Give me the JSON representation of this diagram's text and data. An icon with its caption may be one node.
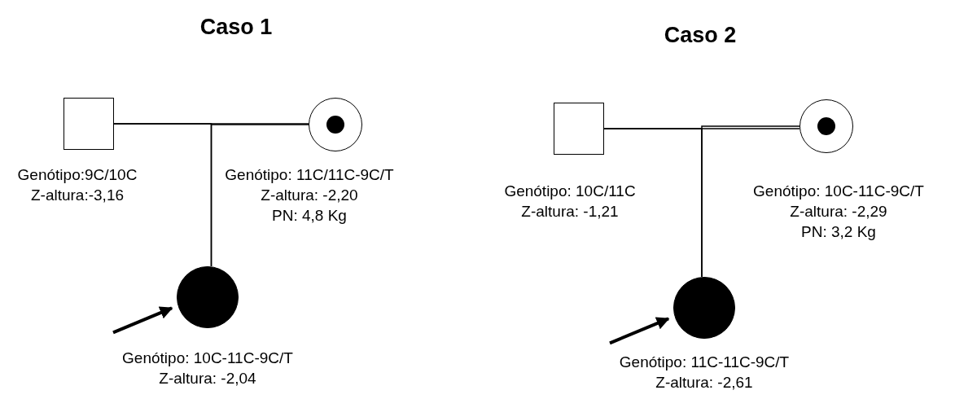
{
  "diagram": {
    "nodes": [
      {
        "text": [],
        "shape": "box",
        "beside": [
          "Genótipo:9C/10C",
          "Z-altura:-3,16"
        ]
      },
      {
        "text": [],
        "shape": "circle",
        "beside": [
          "Genótipo: 11C/11C-9C/T",
          "Z-altura: -2,20",
          "PN: 4,8 Kg"
        ]
      },
      {
        "text": [],
        "shape": "circle",
        "beside": [
          "Genótipo: 10C-11C-9C/T",
          "Z-altura: -2,04"
        ]
      },
      {
        "text": [],
        "shape": "box",
        "beside": [
          "Genótipo: 10C/11C",
          "Z-altura: -1,21"
        ]
      },
      {
        "text": [],
        "shape": "circle",
        "beside": [
          "Genótipo: 10C-11C-9C/T",
          "Z-altura: -2,29",
          "PN: 3,2 Kg"
        ]
      },
      {
        "text": [],
        "shape": "circle",
        "beside": [
          "Genótipo: 11C-11C-9C/T",
          "Z-altura: -2,61"
        ]
      }
    ],
    "edges": [
      {
        "from": 0,
        "to": 1,
        "arrow": "none"
      },
      {
        "from": 0,
        "to": 2,
        "arrow": "none"
      },
      {
        "from": 1,
        "to": 2,
        "arrow": "none"
      },
      {
        "from": null,
        "to": 2,
        "arrow": "to",
        "style": "thick"
      },
      {
        "from": 3,
        "to": 4,
        "arrow": "none"
      },
      {
        "from": 3,
        "to": 5,
        "arrow": "none"
      },
      {
        "from": 4,
        "to": 5,
        "arrow": "none"
      },
      {
        "from": null,
        "to": 5,
        "arrow": "to",
        "style": "thick"
      }
    ],
    "labels": [
      "Caso 1",
      "Caso 2"
    ]
  }
}
